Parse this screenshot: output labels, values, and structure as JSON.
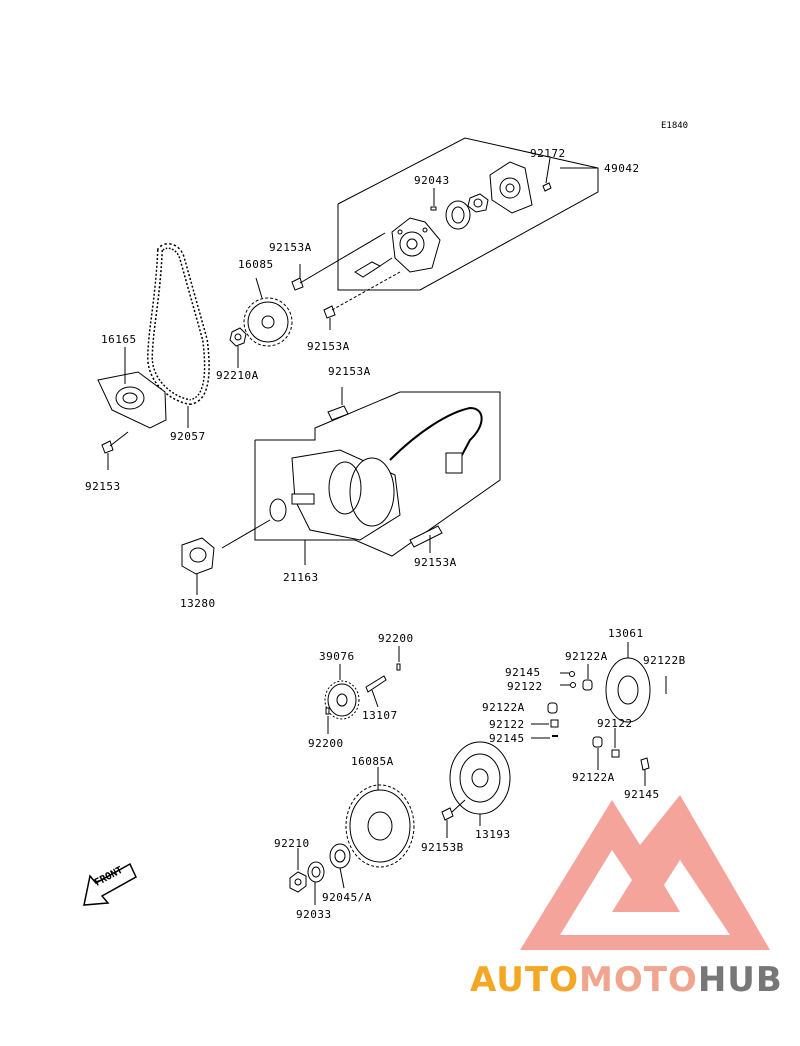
{
  "diagram_code": "E1840",
  "parts": {
    "p49042": "49042",
    "p92172": "92172",
    "p92043": "92043",
    "p92153A_a": "92153A",
    "p16085": "16085",
    "p92153A_b": "92153A",
    "p16165": "16165",
    "p92210A": "92210A",
    "p92057": "92057",
    "p92153": "92153",
    "p92153A_c": "92153A",
    "p21163": "21163",
    "p92153A_d": "92153A",
    "p13280": "13280",
    "p92200_a": "92200",
    "p39076": "39076",
    "p13107": "13107",
    "p92200_b": "92200",
    "p13061": "13061",
    "p92145_a": "92145",
    "p92122A_a": "92122A",
    "p92122B": "92122B",
    "p92122_a": "92122",
    "p92122A_b": "92122A",
    "p92122_b": "92122",
    "p92122_c": "92122",
    "p92145_b": "92145",
    "p92122A_c": "92122A",
    "p92145_c": "92145",
    "p16085A": "16085A",
    "p13193": "13193",
    "p92153B": "92153B",
    "p92210": "92210",
    "p92045A": "92045/A",
    "p92033": "92033"
  },
  "front_arrow": "FRONT",
  "watermark": {
    "part1": "AUTO",
    "part2": "MOTO",
    "part3": "HUB",
    "color_auto": "#f5a623",
    "color_moto": "#f1a58f",
    "color_hub": "#777777",
    "color_logo": "#f0857a"
  }
}
